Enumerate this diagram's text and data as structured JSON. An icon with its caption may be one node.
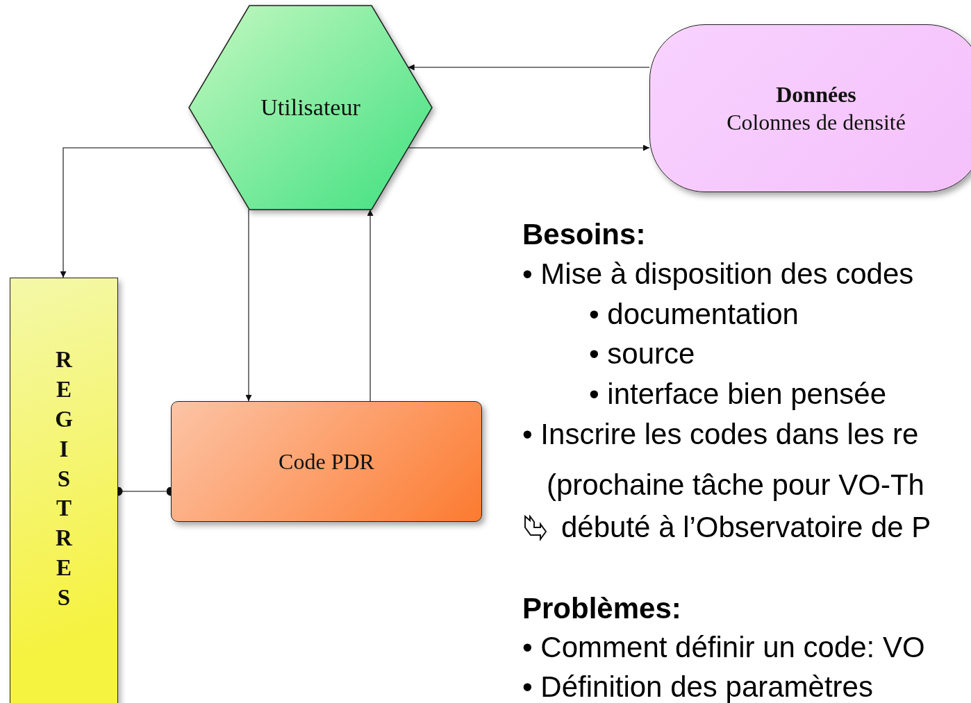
{
  "diagram": {
    "nodes": [
      {
        "text": [
          "Utilisateur"
        ]
      },
      {
        "text": [
          "Données",
          "Colonnes de densité"
        ]
      },
      {
        "text": [
          "REGISTRES"
        ]
      },
      {
        "text": [
          "Code PDR"
        ]
      }
    ],
    "edges": [
      {
        "from": 1,
        "to": 0,
        "arrow": "to"
      },
      {
        "from": 0,
        "to": 1,
        "arrow": "to"
      },
      {
        "from": 0,
        "to": 2,
        "arrow": "to"
      },
      {
        "from": 0,
        "to": 3,
        "arrow": "to"
      },
      {
        "from": 3,
        "to": 0,
        "arrow": "to"
      },
      {
        "from": 2,
        "to": 3,
        "arrow": "other"
      }
    ],
    "labels": [
      "Besoins:",
      "• Mise à disposition des codes",
      "• documentation",
      "• source",
      "• interface bien pensée",
      "• Inscrire les codes dans les re",
      "(prochaine tâche pour VO-Th",
      "débuté à l’Observatoire de P",
      "Problèmes:",
      "• Comment définir un code: VO",
      "• Définition des paramètres"
    ]
  }
}
